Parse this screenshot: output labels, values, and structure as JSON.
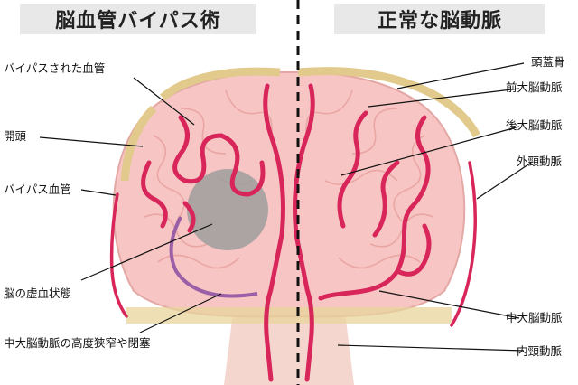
{
  "titles": {
    "left": "脳血管バイパス術",
    "right": "正常な脳動脈"
  },
  "left_labels": {
    "bypassed_vessel": "バイパスされた血管",
    "craniotomy": "開頭",
    "bypass_vessel": "バイパス血管",
    "ischemia": "脳の虚血状態",
    "stenosis": "中大脳動脈の高度狭窄や閉塞"
  },
  "right_labels": {
    "skull": "頭蓋骨",
    "aca": "前大脳動脈",
    "pca": "後大脳動脈",
    "eca": "外頸動脈",
    "mca": "中大脳動脈",
    "ica": "内頸動脈"
  },
  "colors": {
    "brain": "#f7c6c4",
    "brain_gyri": "#e9a6a3",
    "artery": "#d8265a",
    "skull": "#e2c98c",
    "ischemia": "#9e9e9e",
    "occluded": "#9a5fa6"
  }
}
